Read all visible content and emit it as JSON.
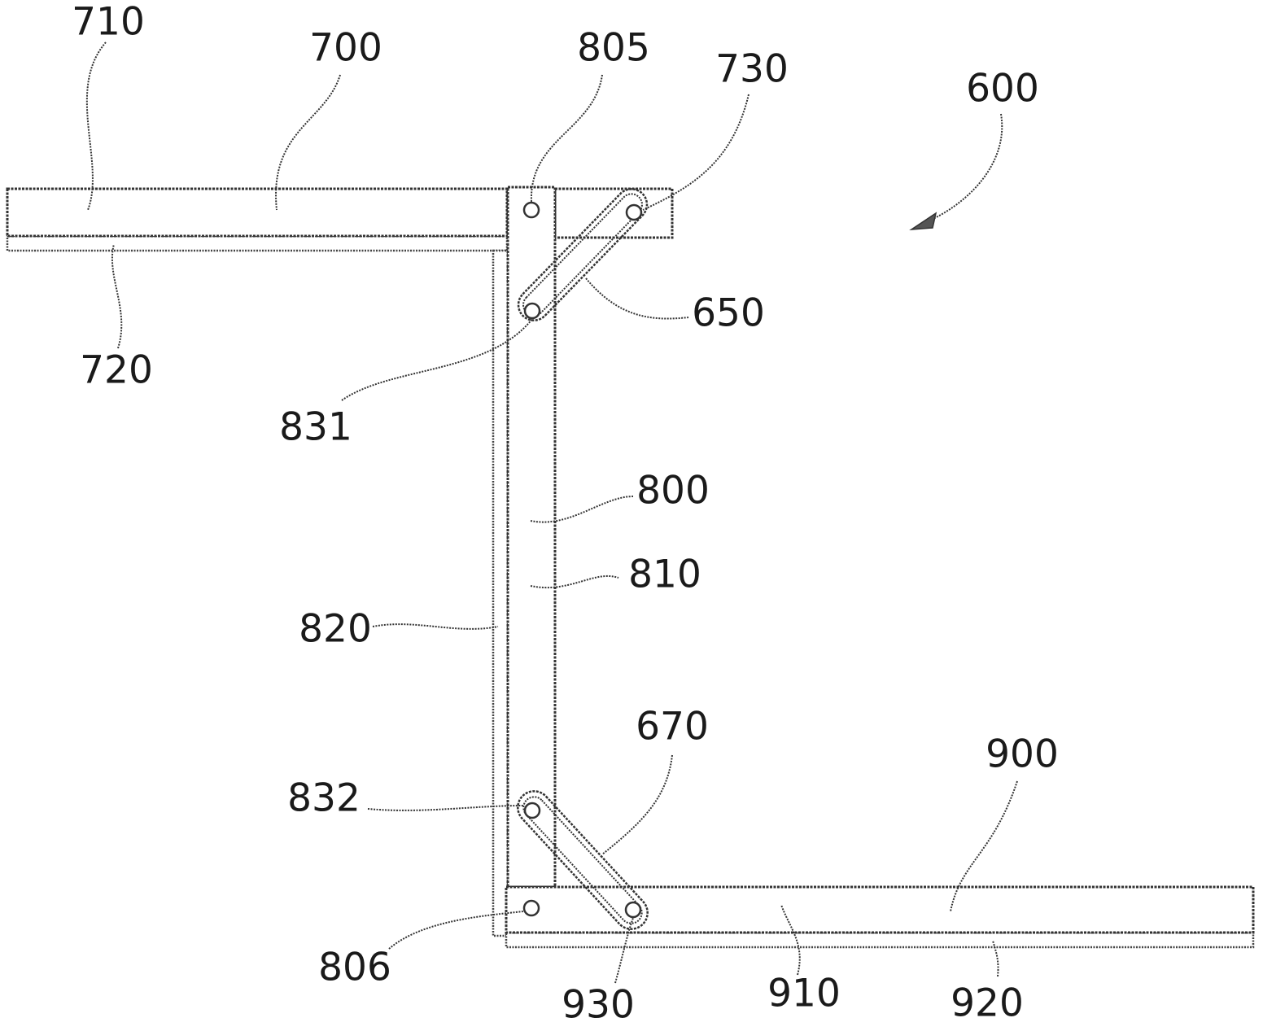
{
  "labels": {
    "l600": "600",
    "l650": "650",
    "l670": "670",
    "l700": "700",
    "l710": "710",
    "l720": "720",
    "l730": "730",
    "l800": "800",
    "l805": "805",
    "l806": "806",
    "l810": "810",
    "l820": "820",
    "l831": "831",
    "l832": "832",
    "l900": "900",
    "l910": "910",
    "l920": "920",
    "l930": "930"
  }
}
